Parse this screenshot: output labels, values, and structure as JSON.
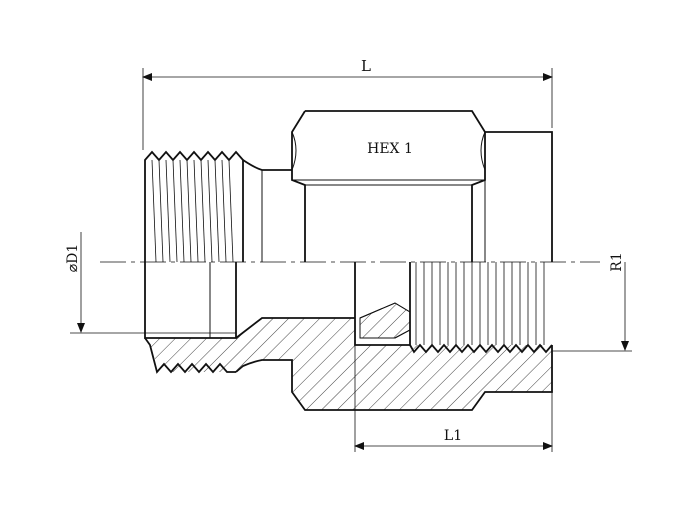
{
  "labels": {
    "overall_length": "L",
    "hex": "HEX 1",
    "diameter": "⌀D1",
    "thread": "R1",
    "thread_length": "L1"
  },
  "colors": {
    "line": "#111111",
    "background": "#ffffff"
  }
}
